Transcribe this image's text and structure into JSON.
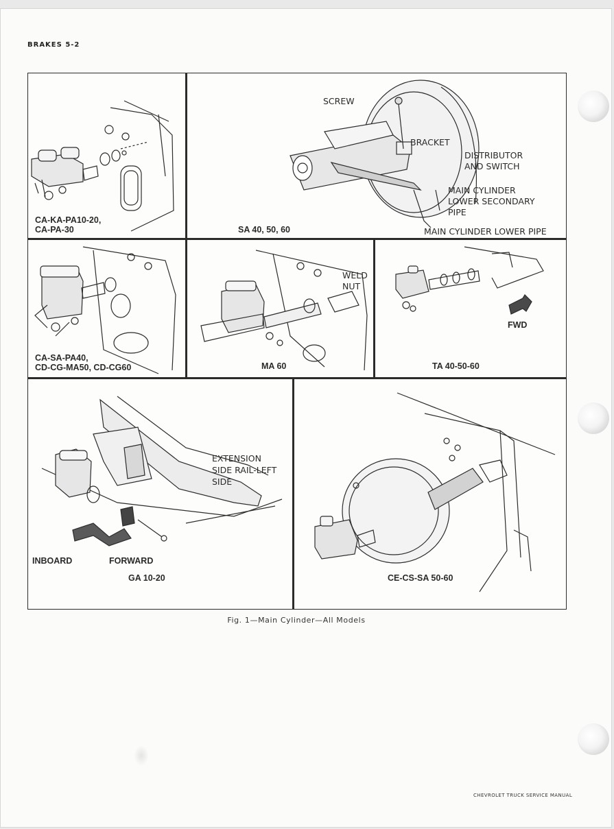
{
  "header": {
    "section": "BRAKES 5-2"
  },
  "panels": {
    "p1": {
      "caption_line1": "CA-KA-PA10-20,",
      "caption_line2": "CA-PA-30"
    },
    "p2": {
      "caption": "SA 40, 50, 60",
      "callouts": {
        "screw": "SCREW",
        "bracket": "BRACKET",
        "distributor_line1": "DISTRIBUTOR",
        "distributor_line2": "AND SWITCH",
        "secondary_line1": "MAIN CYLINDER",
        "secondary_line2": "LOWER SECONDARY",
        "secondary_line3": "PIPE",
        "lower_pipe": "MAIN CYLINDER LOWER PIPE"
      }
    },
    "p3": {
      "caption_line1": "CA-SA-PA40,",
      "caption_line2": "CD-CG-MA50, CD-CG60"
    },
    "p4": {
      "caption": "MA 60",
      "callouts": {
        "weld_line1": "WELD",
        "weld_line2": "NUT"
      }
    },
    "p5": {
      "caption": "TA 40-50-60",
      "callouts": {
        "fwd": "FWD"
      }
    },
    "p6": {
      "caption": "GA 10-20",
      "callouts": {
        "ext_line1": "EXTENSION",
        "ext_line2": "SIDE RAIL-LEFT",
        "ext_line3": "SIDE",
        "inboard": "INBOARD",
        "forward": "FORWARD"
      }
    },
    "p7": {
      "caption": "CE-CS-SA 50-60"
    }
  },
  "figure_caption": "Fig. 1—Main Cylinder—All Models",
  "footer": "CHEVROLET TRUCK SERVICE MANUAL"
}
